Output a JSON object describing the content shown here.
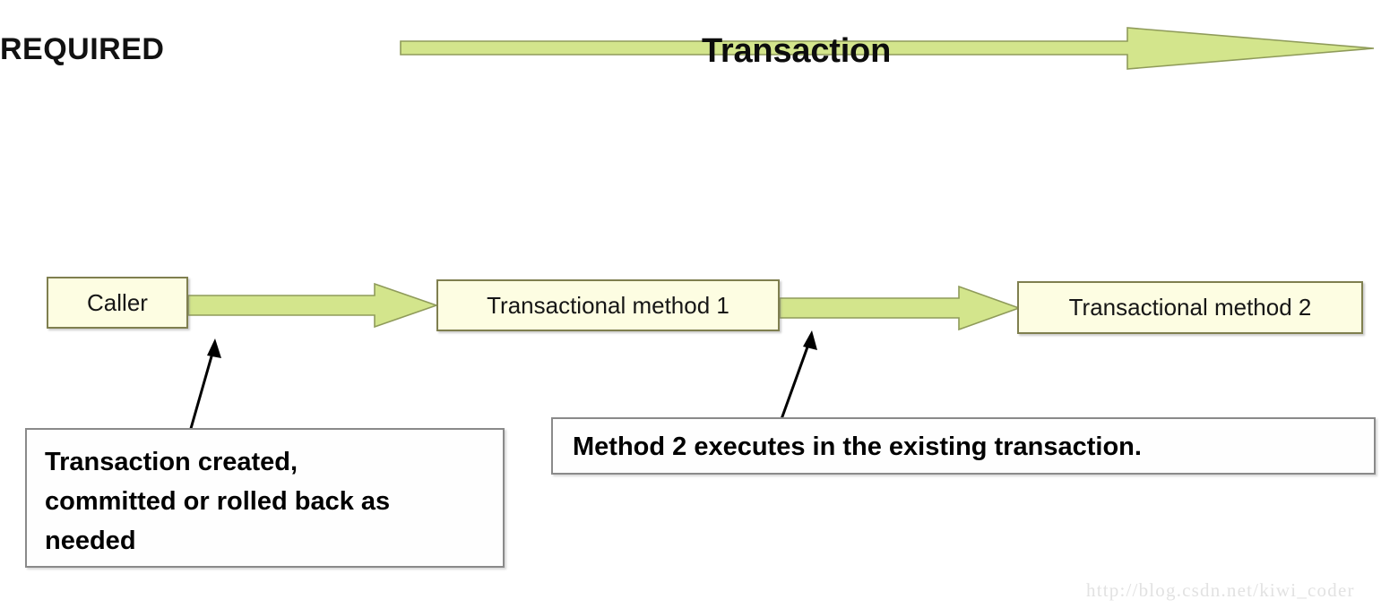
{
  "diagram": {
    "title": "REQUIRED",
    "transaction_label": "Transaction",
    "boxes": [
      {
        "id": "caller",
        "label": "Caller"
      },
      {
        "id": "method1",
        "label": "Transactional method 1"
      },
      {
        "id": "method2",
        "label": "Transactional method 2"
      }
    ],
    "callouts": [
      {
        "id": "left",
        "lines": [
          "Transaction created,",
          "committed or rolled back as",
          "needed"
        ]
      },
      {
        "id": "right",
        "text": "Method 2 executes in the existing transaction."
      }
    ],
    "watermark": "http://blog.csdn.net/kiwi_coder",
    "colors": {
      "arrow_fill": "#d3e58c",
      "arrow_stroke": "#8f9b5a",
      "box_fill": "#fdfde2",
      "box_stroke": "#7f7f4f",
      "callout_fill": "#fefefe",
      "callout_stroke": "#8a8a8a",
      "text": "#000000",
      "watermark": "#e2e2e2",
      "background": "#ffffff"
    }
  }
}
